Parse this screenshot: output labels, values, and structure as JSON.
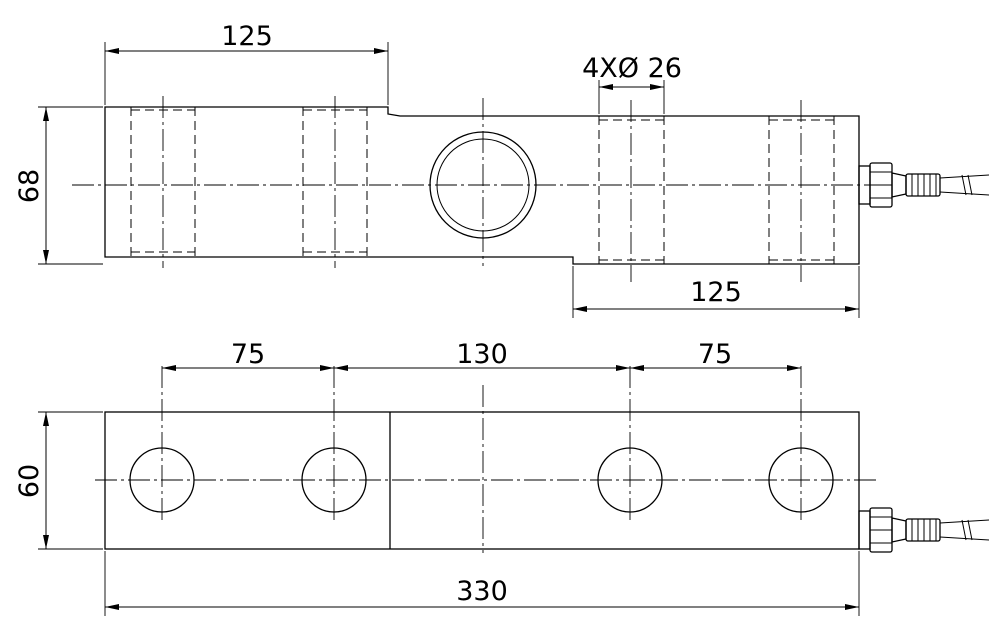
{
  "dimensions": {
    "top_left_length": "125",
    "top_height": "68",
    "holes": "4XØ 26",
    "top_right_length": "125",
    "bottom_left_spacing": "75",
    "bottom_mid_spacing": "130",
    "bottom_right_spacing": "75",
    "bottom_height": "60",
    "overall_length": "330"
  }
}
